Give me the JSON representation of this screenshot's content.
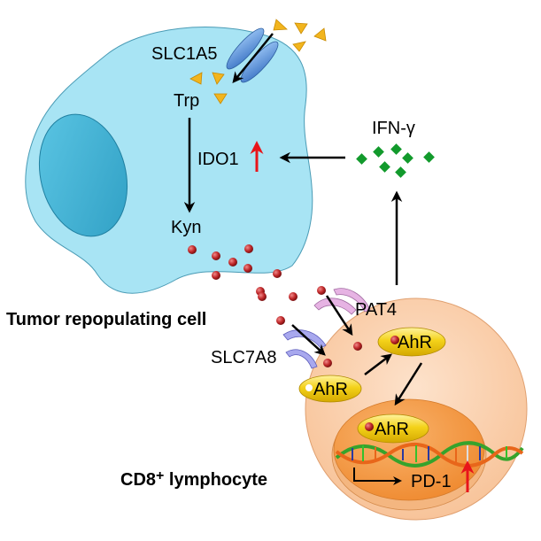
{
  "figure": {
    "tumor_cell": {
      "label": "Tumor repopulating cell",
      "transporter": "SLC1A5",
      "substrate": "Trp",
      "enzyme": "IDO1",
      "enzyme_change": "up",
      "product": "Kyn"
    },
    "cytokine": {
      "label": "IFN-γ"
    },
    "lymphocyte": {
      "label_main": "CD8",
      "label_sup": "+",
      "label_rest": " lymphocyte",
      "transporters": [
        "PAT4",
        "SLC7A8"
      ],
      "receptor": "AhR",
      "receptor_labels": [
        "AhR",
        "AhR",
        "AhR"
      ],
      "target_gene": "PD-1",
      "target_change": "up"
    },
    "colors": {
      "tumor_cell_fill": "#a8e4f4",
      "nucleus_fill": "#4bb7d8",
      "transporter_slc1a5": "#4e8bd6",
      "trp_triangle": "#f2b51e",
      "kyn_sphere": "#c0282a",
      "ifn_diamond": "#129a2c",
      "lymph_fill": "#fcd3b0",
      "lymph_nucleus": "#f59a4a",
      "pat4": "#d9a1d5",
      "slc7a8": "#8f8fe0",
      "ahr_fill": "#f3cf14",
      "upregulation_arrow": "#e8141a"
    }
  }
}
